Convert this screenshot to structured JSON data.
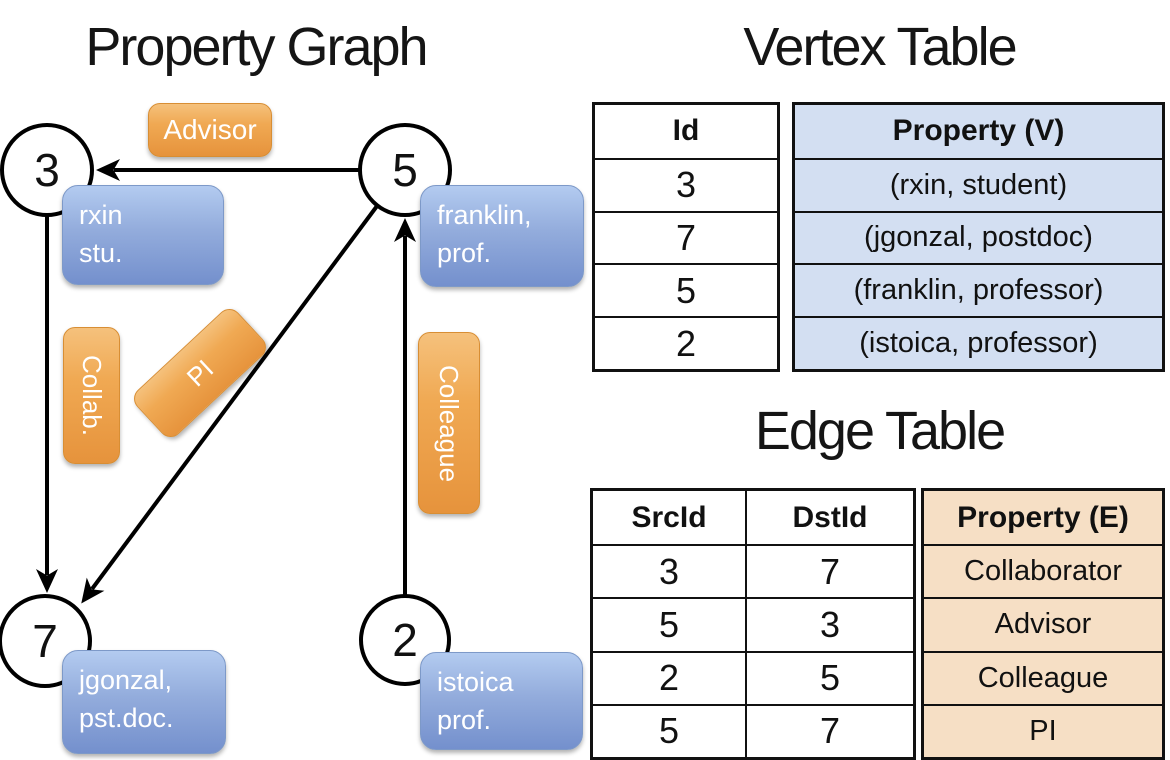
{
  "titles": {
    "graph": "Property Graph",
    "vertex_table": "Vertex Table",
    "edge_table": "Edge Table"
  },
  "graph": {
    "vertices": [
      {
        "num": "3",
        "line1": "rxin",
        "line2": "stu."
      },
      {
        "num": "5",
        "line1": "franklin,",
        "line2": "prof."
      },
      {
        "num": "7",
        "line1": "jgonzal,",
        "line2": "pst.doc."
      },
      {
        "num": "2",
        "line1": "istoica",
        "line2": "prof."
      }
    ],
    "edge_labels": {
      "advisor": "Advisor",
      "collab": "Collab.",
      "pi": "PI",
      "colleague": "Colleague"
    }
  },
  "vertex_table": {
    "headers": {
      "id": "Id",
      "property": "Property (V)"
    },
    "rows": [
      {
        "id": "3",
        "property": "(rxin, student)"
      },
      {
        "id": "7",
        "property": "(jgonzal, postdoc)"
      },
      {
        "id": "5",
        "property": "(franklin, professor)"
      },
      {
        "id": "2",
        "property": "(istoica, professor)"
      }
    ]
  },
  "edge_table": {
    "headers": {
      "src": "SrcId",
      "dst": "DstId",
      "property": "Property (E)"
    },
    "rows": [
      {
        "src": "3",
        "dst": "7",
        "property": "Collaborator"
      },
      {
        "src": "5",
        "dst": "3",
        "property": "Advisor"
      },
      {
        "src": "2",
        "dst": "5",
        "property": "Colleague"
      },
      {
        "src": "5",
        "dst": "7",
        "property": "PI"
      }
    ]
  },
  "colors": {
    "edge_label_orange": "#ED9D49",
    "vertex_property_blue": "#8FAEDC",
    "vertex_table_fill": "#D3DFF2",
    "edge_table_fill": "#F6DFC5",
    "line_black": "#000000"
  }
}
